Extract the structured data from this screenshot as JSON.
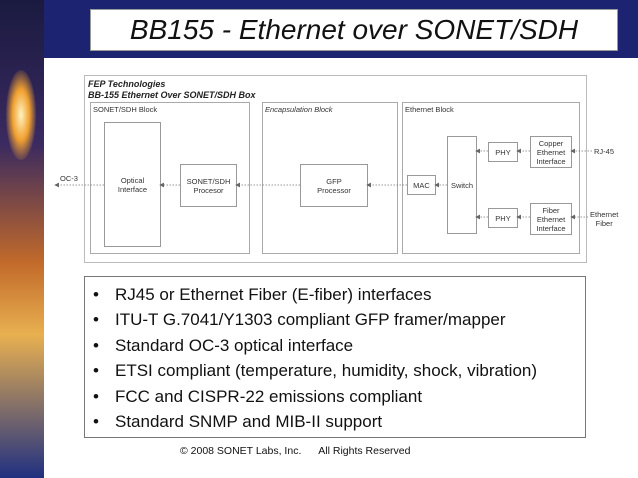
{
  "slide": {
    "title": "BB155 - Ethernet over SONET/SDH",
    "footer": {
      "copyright": "© 2008 SONET Labs, Inc.",
      "rights": "All Rights Reserved"
    }
  },
  "diagram": {
    "org_line1": "FEP Technologies",
    "org_line2": "BB-155 Ethernet Over SONET/SDH Box",
    "blocks": {
      "sonet": "SONET/SDH Block",
      "encap": "Encapsulation Block",
      "ethernet": "Ethernet Block"
    },
    "components": {
      "optical_l1": "Optical",
      "optical_l2": "Interface",
      "sonet_l1": "SONET/SDH",
      "sonet_l2": "Procesor",
      "gfp_l1": "GFP",
      "gfp_l2": "Processor",
      "mac": "MAC",
      "switch": "Switch",
      "phy_top": "PHY",
      "phy_bottom": "PHY",
      "copper_l1": "Copper",
      "copper_l2": "Ethernet",
      "copper_l3": "Interface",
      "fiber_l1": "Fiber",
      "fiber_l2": "Ethernet",
      "fiber_l3": "Interface"
    },
    "external": {
      "oc3": "OC-3",
      "rj45": "RJ-45",
      "eth_fiber_l1": "Ethernet",
      "eth_fiber_l2": "Fiber"
    }
  },
  "bullets": [
    "RJ45 or Ethernet Fiber (E-fiber) interfaces",
    "ITU-T G.7041/Y1303 compliant GFP framer/mapper",
    "Standard OC-3 optical interface",
    "ETSI compliant (temperature, humidity, shock, vibration)",
    "FCC and CISPR-22 emissions compliant",
    "Standard SNMP and MIB-II support"
  ],
  "bullet_symbol": "•",
  "colors": {
    "title_bar": "#1c2472"
  }
}
